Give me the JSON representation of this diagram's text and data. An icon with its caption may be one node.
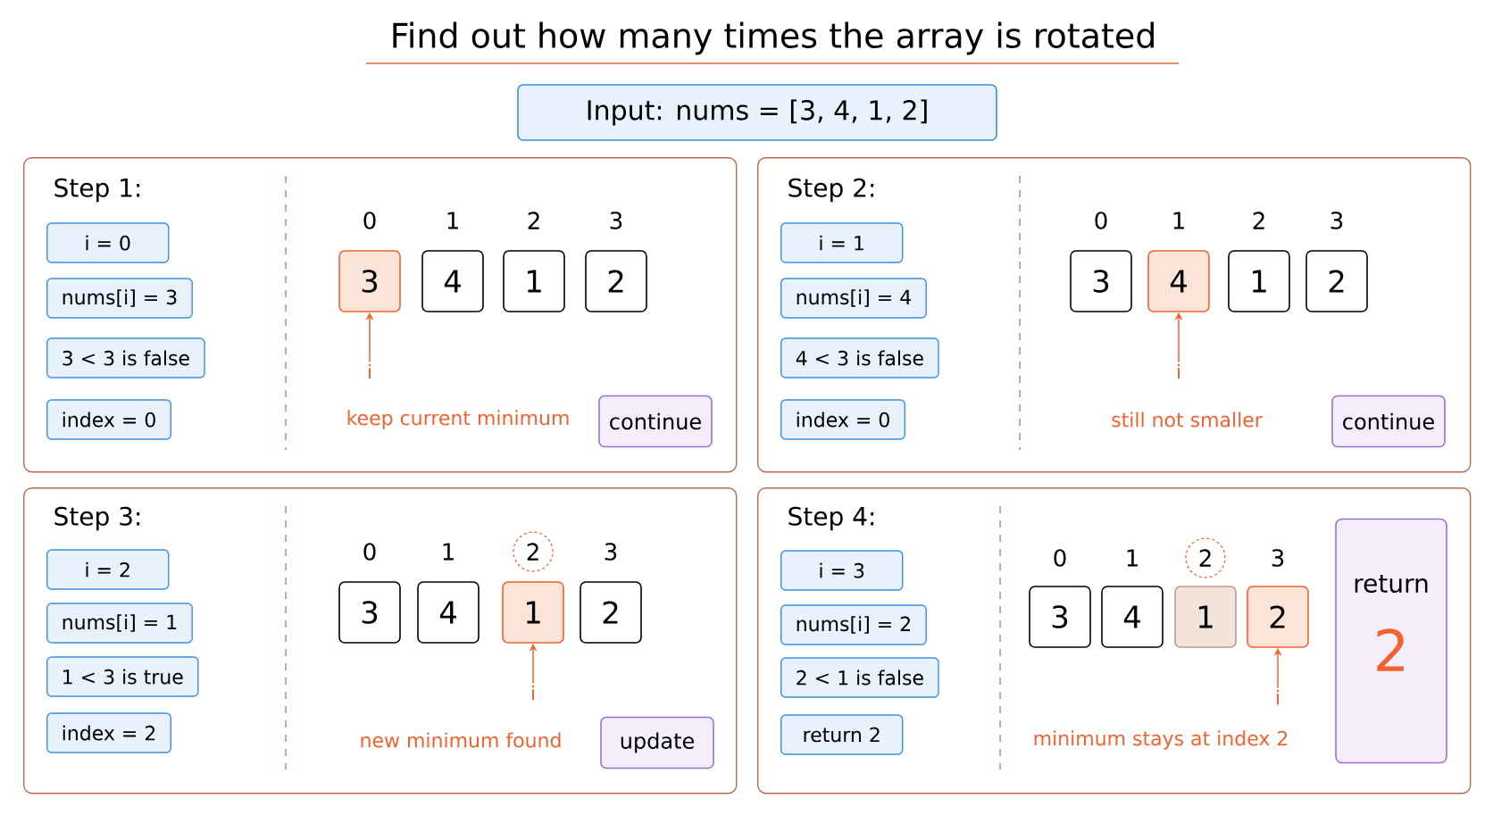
{
  "diagram": {
    "title": "Find out how many times the array is rotated",
    "nodes": [
      {
        "text": [
          "Input: nums = [3, 4, 1, 2]"
        ]
      },
      {
        "text": [
          "Step 1:"
        ]
      },
      {
        "text": [
          "i = 0"
        ],
        "in": 1
      },
      {
        "text": [
          "nums[i] = 3"
        ],
        "in": 1
      },
      {
        "text": [
          "3 < 3 is false"
        ],
        "in": 1
      },
      {
        "text": [
          "index = 0"
        ],
        "in": 1
      },
      {
        "text": [
          "3"
        ],
        "in": 1
      },
      {
        "text": [
          "4"
        ],
        "in": 1
      },
      {
        "text": [
          "1"
        ],
        "in": 1
      },
      {
        "text": [
          "2"
        ],
        "in": 1
      },
      {
        "text": [
          "i"
        ],
        "in": 1
      },
      {
        "text": [
          "continue"
        ],
        "in": 1
      },
      {
        "text": [
          "Step 2:"
        ]
      },
      {
        "text": [
          "i = 1"
        ],
        "in": 12
      },
      {
        "text": [
          "nums[i] = 4"
        ],
        "in": 12
      },
      {
        "text": [
          "4 < 3 is false"
        ],
        "in": 12
      },
      {
        "text": [
          "index = 0"
        ],
        "in": 12
      },
      {
        "text": [
          "3"
        ],
        "in": 12
      },
      {
        "text": [
          "4"
        ],
        "in": 12
      },
      {
        "text": [
          "1"
        ],
        "in": 12
      },
      {
        "text": [
          "2"
        ],
        "in": 12
      },
      {
        "text": [
          "i"
        ],
        "in": 12
      },
      {
        "text": [
          "continue"
        ],
        "in": 12
      },
      {
        "text": [
          "Step 3:"
        ]
      },
      {
        "text": [
          "i = 2"
        ],
        "in": 23
      },
      {
        "text": [
          "nums[i] = 1"
        ],
        "in": 23
      },
      {
        "text": [
          "1 < 3 is true"
        ],
        "in": 23
      },
      {
        "text": [
          "index = 2"
        ],
        "in": 23
      },
      {
        "text": [
          "2"
        ],
        "in": 23
      },
      {
        "text": [
          "3"
        ],
        "in": 23
      },
      {
        "text": [
          "4"
        ],
        "in": 23
      },
      {
        "text": [
          "1"
        ],
        "in": 23
      },
      {
        "text": [
          "2"
        ],
        "in": 23
      },
      {
        "text": [
          "i"
        ],
        "in": 23
      },
      {
        "text": [
          "update"
        ],
        "in": 23
      },
      {
        "text": [
          "Step 4:"
        ]
      },
      {
        "text": [
          "i = 3"
        ],
        "in": 35
      },
      {
        "text": [
          "nums[i] = 2"
        ],
        "in": 35
      },
      {
        "text": [
          "2 < 1 is false"
        ],
        "in": 35
      },
      {
        "text": [
          "return 2"
        ],
        "in": 35
      },
      {
        "text": [
          "2"
        ],
        "in": 35
      },
      {
        "text": [
          "3"
        ],
        "in": 35
      },
      {
        "text": [
          "4"
        ],
        "in": 35
      },
      {
        "text": [
          "1"
        ],
        "in": 35
      },
      {
        "text": [
          "2"
        ],
        "in": 35
      },
      {
        "text": [
          "i"
        ],
        "in": 35
      },
      {
        "text": [
          "return",
          "2"
        ],
        "in": 35
      }
    ],
    "edges": [
      {
        "from": 10,
        "to": 6,
        "arrow": "to"
      },
      {
        "from": 21,
        "to": 18,
        "arrow": "to"
      },
      {
        "from": 33,
        "to": 31,
        "arrow": "to"
      },
      {
        "from": 45,
        "to": 44,
        "arrow": "to"
      }
    ],
    "labels": [
      "0",
      "1",
      "2",
      "3",
      "keep current minimum",
      "0",
      "1",
      "2",
      "3",
      "still not smaller",
      "0",
      "1",
      "3",
      "new minimum found",
      "0",
      "1",
      "3",
      "minimum stays at index 2"
    ]
  }
}
